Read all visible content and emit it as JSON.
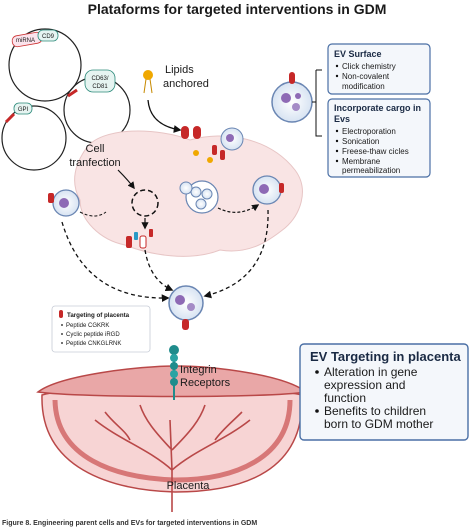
{
  "title": "Plataforms for targeted interventions in GDM",
  "membrane_tags": {
    "cd9": "CD9",
    "mirna": "miRNA",
    "cd63_cd81_line1": "CD63/",
    "cd63_cd81_line2": "CD81",
    "gpi": "GPI"
  },
  "labels": {
    "lipids_line1": "Lipids",
    "lipids_line2": "anchored",
    "cell_line1": "Cell",
    "cell_line2": "tranfection",
    "integrin_line1": "Integrin",
    "integrin_line2": "Receptors",
    "placenta": "Placenta"
  },
  "ev_surface_box": {
    "title": "EV Surface",
    "items": [
      "Click chemistry",
      "Non-covalent",
      "modification"
    ]
  },
  "cargo_box": {
    "title_line1": "Incorporate cargo in",
    "title_line2": "Evs",
    "items": [
      "Electroporation",
      "Sonication",
      "Freese-thaw cicles",
      "Membrane",
      "permeabilization"
    ]
  },
  "targeting_box": {
    "title": "Targeting of placenta",
    "items": [
      "Peptide CGKRK",
      "Cyclic peptide iRGD",
      "Peptide CNKGLRNK"
    ]
  },
  "ev_targeting_box": {
    "title": "EV Targeting in placenta",
    "items": [
      "Alteration in gene",
      "expression and",
      "function",
      "Benefits to children",
      "born to GDM mother"
    ]
  },
  "caption": "Figure 8. Engineering parent cells and EVs for targeted interventions in GDM",
  "colors": {
    "cell_fill": "#f9e4e4",
    "box_border": "#4a6fa5",
    "box_fill": "#f4f7fb",
    "ev_red": "#c62828",
    "cargo_purple": "#8e6ab5",
    "placenta_pink": "#e9a7a7",
    "placenta_dark": "#b94848",
    "integrin_teal": "#1f8c8c"
  }
}
